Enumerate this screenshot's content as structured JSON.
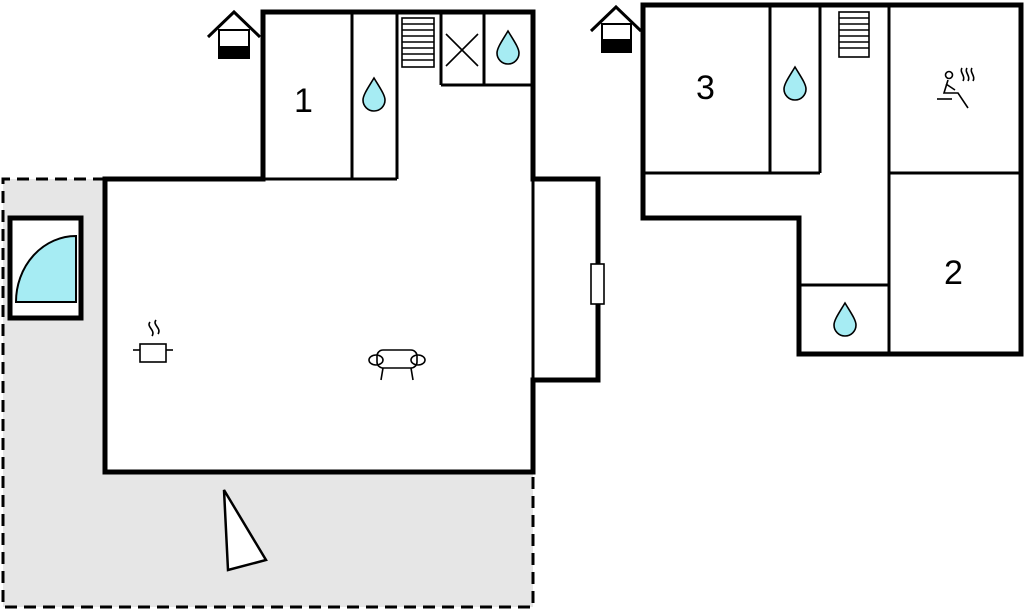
{
  "rooms": [
    {
      "label": "1"
    },
    {
      "label": "3"
    },
    {
      "label": "2"
    }
  ],
  "icons": {
    "house": "house-icon",
    "stairs": "stairs-icon",
    "water": "water-drop-icon",
    "crossed": "crossed-box-icon",
    "cooking": "cooking-pot-icon",
    "sofa": "sofa-icon",
    "sauna": "sauna-icon",
    "pool": "pool-icon",
    "north": "north-arrow-icon"
  },
  "colors": {
    "wall": "#000000",
    "terrace": "#e6e6e6",
    "water": "#a6ecf3",
    "background": "#ffffff"
  }
}
